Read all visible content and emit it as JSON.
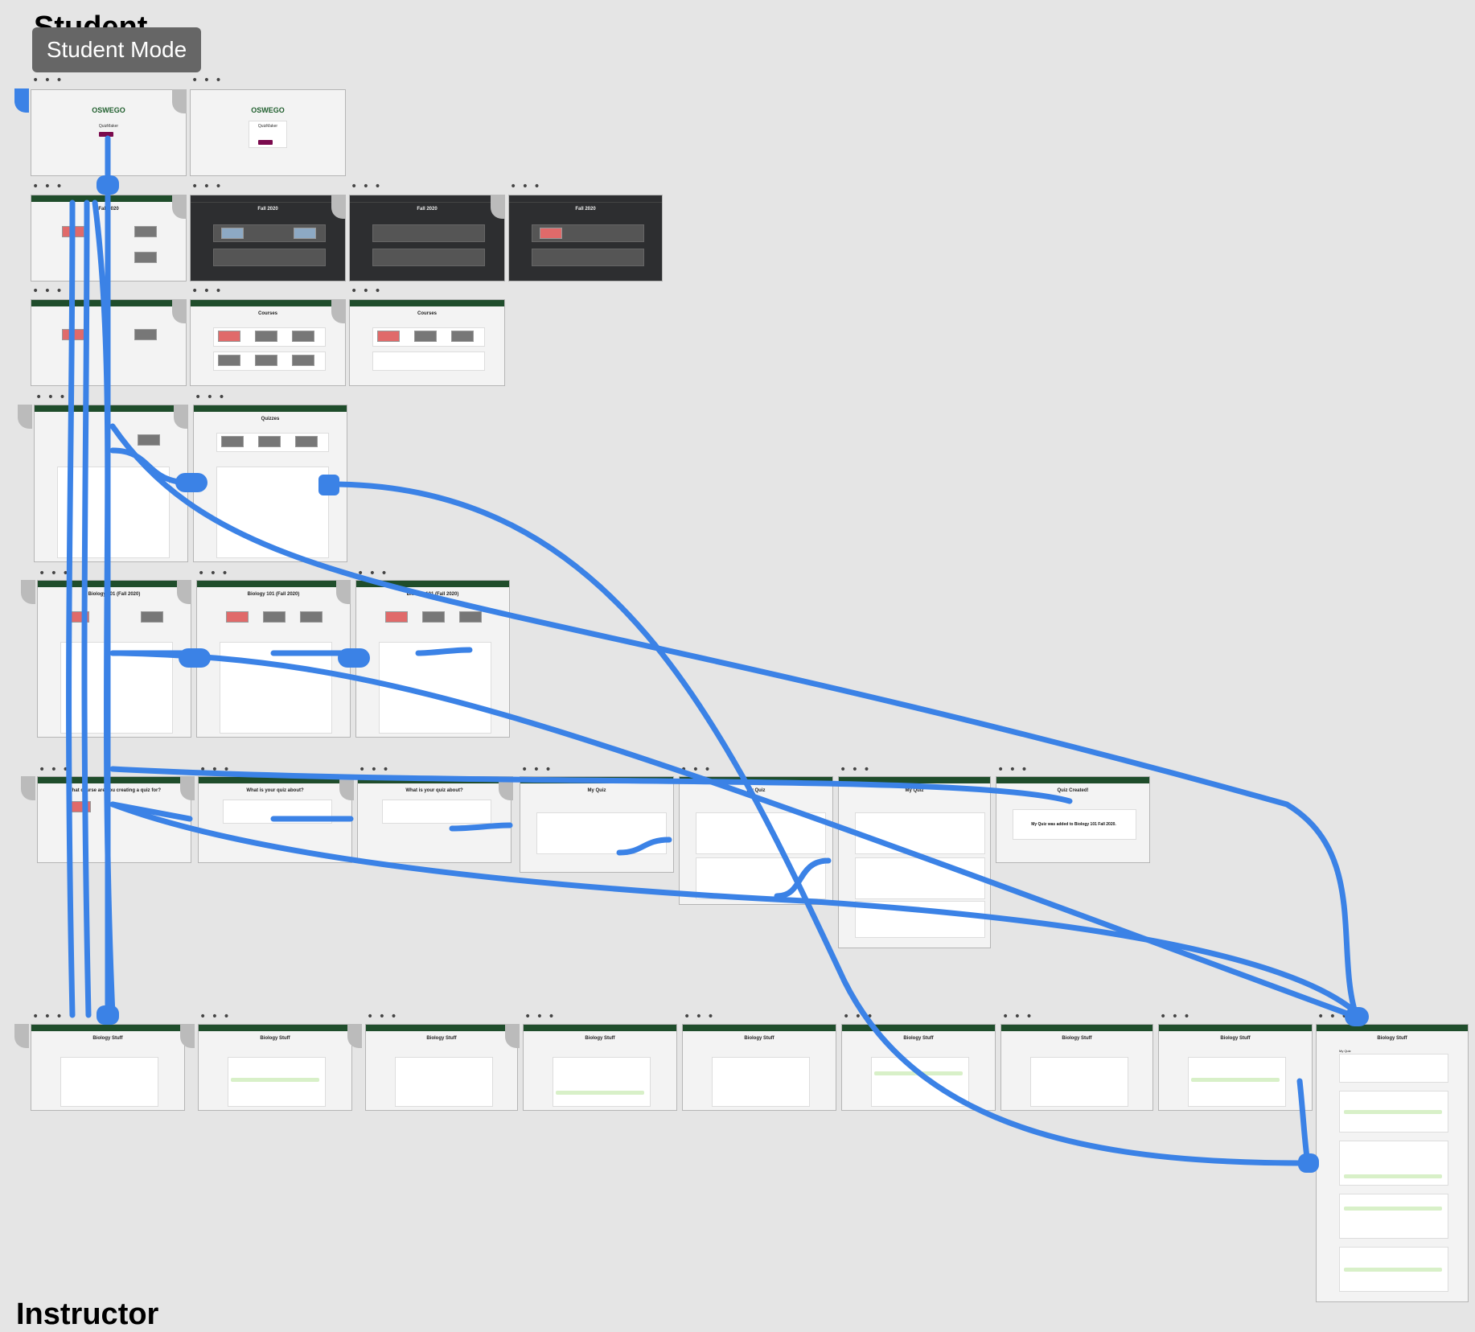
{
  "canvas": {
    "section_title": "Student",
    "section_title_bottom": "Instructor",
    "tooltip": "Student Mode",
    "frame_menu": "• • •"
  },
  "colors": {
    "canvas_bg": "#e5e5e5",
    "flow_blue": "#3b82e6",
    "navbar_green": "#1f4d2b",
    "accent_maroon": "#7a0a4d",
    "card_red": "#e06a6a",
    "card_gray": "#777777"
  },
  "screens": {
    "login": {
      "brand": "OSWEGO",
      "app": "QuizMaker",
      "button": "Login"
    },
    "home": {
      "title": "Fall 2020"
    },
    "courses": {
      "title": "Courses"
    },
    "quizzes": {
      "title": "Quizzes"
    },
    "course": {
      "title": "Biology 101 (Fall 2020)"
    },
    "create_1": {
      "title": "What course are you creating a quiz for?"
    },
    "create_2": {
      "title": "What is your quiz about?"
    },
    "create_3": {
      "title": "What is your quiz about?"
    },
    "my_quiz": {
      "title": "My Quiz"
    },
    "quiz_created": {
      "title": "Quiz Created!",
      "message": "My Quiz was added to Biology 101 Fall 2020."
    },
    "quiz_taking": {
      "title": "Biology Stuff"
    },
    "quiz_result": {
      "title": "Biology Stuff",
      "label": "My Quiz"
    }
  }
}
